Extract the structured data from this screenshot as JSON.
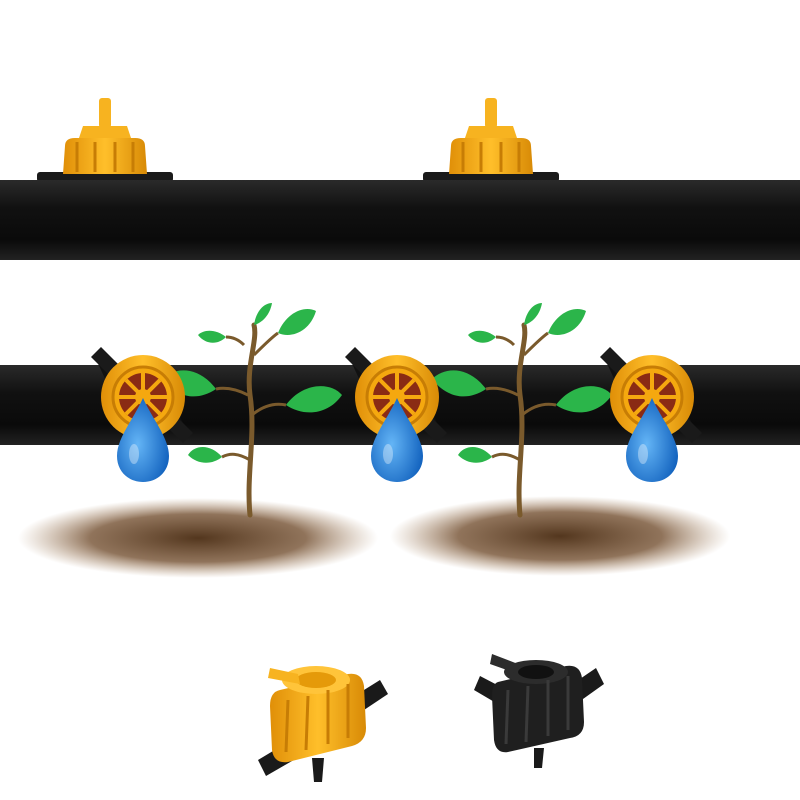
{
  "scene": {
    "background": "#ffffff",
    "pipe_color": "#151515",
    "emitter_orange": "#f5a80f",
    "emitter_orange_dark": "#d88a06",
    "emitter_black": "#1a1a1a",
    "dial_red": "#8a2b14",
    "drop_blue": "#1e88e5",
    "leaf_green": "#2bb54a",
    "stem_brown": "#7a5a2c",
    "soil_brown": "#5a3a1c"
  },
  "top_pipe": {
    "emitter_count": 2,
    "emitter_icon": "dripper-cap-icon"
  },
  "watering_row": {
    "dripper_count": 3,
    "plant_count": 2,
    "soil_patch_count": 2,
    "dripper_icon": "dial-dripper-icon",
    "drop_icon": "water-drop-icon",
    "plant_icon": "seedling-icon"
  },
  "products": [
    {
      "name": "orange-dripper",
      "icon": "orange-dripper-icon",
      "color": "#f5a80f"
    },
    {
      "name": "black-dripper",
      "icon": "black-dripper-icon",
      "color": "#1a1a1a"
    }
  ]
}
